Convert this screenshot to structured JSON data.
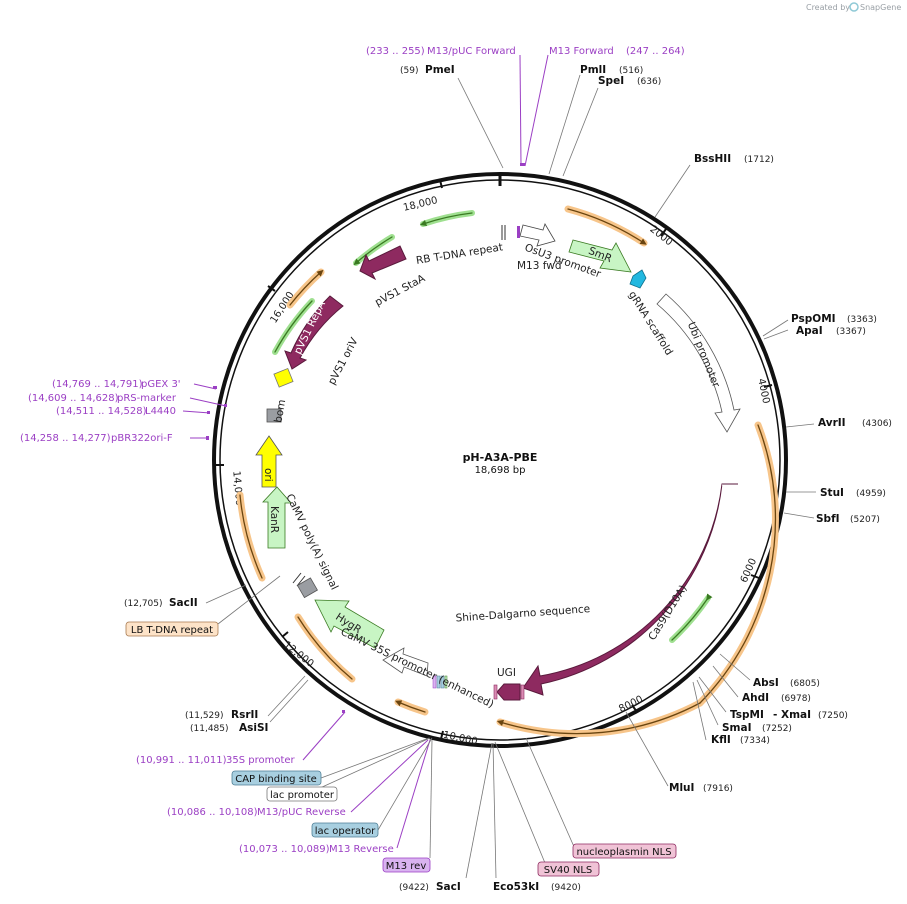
{
  "header": {
    "credit": "Created by",
    "brand": "SnapGene"
  },
  "plasmid": {
    "name": "pH-A3A-PBE",
    "length": "18,698 bp"
  },
  "ticks": [
    "2000",
    "4000",
    "6000",
    "8000",
    "10,000",
    "12,000",
    "14,000",
    "16,000",
    "18,000"
  ],
  "sites": [
    {
      "name": "PmeI",
      "pos": "(59)"
    },
    {
      "name": "PmlI",
      "pos": "(516)"
    },
    {
      "name": "SpeI",
      "pos": "(636)"
    },
    {
      "name": "BssHII",
      "pos": "(1712)"
    },
    {
      "name": "PspOMI",
      "pos": "(3363)"
    },
    {
      "name": "ApaI",
      "pos": "(3367)"
    },
    {
      "name": "AvrII",
      "pos": "(4306)"
    },
    {
      "name": "StuI",
      "pos": "(4959)"
    },
    {
      "name": "SbfI",
      "pos": "(5207)"
    },
    {
      "name": "AbsI",
      "pos": "(6805)"
    },
    {
      "name": "AhdI",
      "pos": "(6978)"
    },
    {
      "name": "TspMI",
      "pos": "(7250)"
    },
    {
      "name": "- XmaI",
      "pos": "(7252)"
    },
    {
      "name": "SmaI",
      "pos": ""
    },
    {
      "name": "KflI",
      "pos": "(7334)"
    },
    {
      "name": "MluI",
      "pos": "(7916)"
    },
    {
      "name": "Eco53kI",
      "pos": "(9420)"
    },
    {
      "name": "SacI",
      "pos": "(9422)"
    },
    {
      "name": "AsiSI",
      "pos": "(11,485)"
    },
    {
      "name": "RsrII",
      "pos": "(11,529)"
    },
    {
      "name": "SacII",
      "pos": "(12,705)"
    }
  ],
  "primers": [
    {
      "name": "M13/pUC Forward",
      "pos": "(233 .. 255)"
    },
    {
      "name": "M13 Forward",
      "pos": "(247 .. 264)"
    },
    {
      "name": "pGEX 3'",
      "pos": "(14,769 .. 14,791)"
    },
    {
      "name": "pRS-marker",
      "pos": "(14,609 .. 14,628)"
    },
    {
      "name": "L4440",
      "pos": "(14,511 .. 14,528)"
    },
    {
      "name": "pBR322ori-F",
      "pos": "(14,258 .. 14,277)"
    },
    {
      "name": "35S promoter",
      "pos": "(10,991 .. 11,011)"
    },
    {
      "name": "M13/pUC Reverse",
      "pos": "(10,086 .. 10,108)"
    },
    {
      "name": "M13 Reverse",
      "pos": "(10,073 .. 10,089)"
    }
  ],
  "features": {
    "osu3": "OsU3 promoter",
    "m13fwd": "M13 fwd",
    "rb": "RB T-DNA repeat",
    "smr": "SmR",
    "grna": "gRNA scaffold",
    "ubi": "Ubi promoter",
    "cas9": "Cas9(D10A)",
    "shine": "Shine-Dalgarno sequence",
    "ugi": "UGI",
    "pvs1stab": "pVS1 StaA",
    "pvs1repa": "pVS1 RepA",
    "pvs1oriv": "pVS1 oriV",
    "bom": "bom",
    "ori": "ori",
    "kanr": "KanR",
    "camvpolya": "CaMV poly(A) signal",
    "hygr": "HygR",
    "camv35s": "CaMV 35S promoter (enhanced)"
  },
  "badges": {
    "lb": "LB T-DNA repeat",
    "cap": "CAP binding site",
    "lacprom": "lac promoter",
    "lacop": "lac operator",
    "m13rev": "M13 rev",
    "sv40": "SV40 NLS",
    "nucleo": "nucleoplasmin NLS"
  },
  "colors": {
    "backbone": "#111111",
    "cas9": "#8e2a60",
    "marker_green": "#c8f5c4",
    "ori_yellow": "#ffff00",
    "orange_arc": "#f2b04a",
    "primer_purple": "#9b3fc4",
    "lb_fill": "#fde3c8",
    "cap_fill": "#a8cfe0",
    "m13rev_fill": "#d9b3f0",
    "nls_fill": "#f0c3d6",
    "grey_feature": "#9a9da2",
    "grna_cyan": "#22b8e0"
  }
}
